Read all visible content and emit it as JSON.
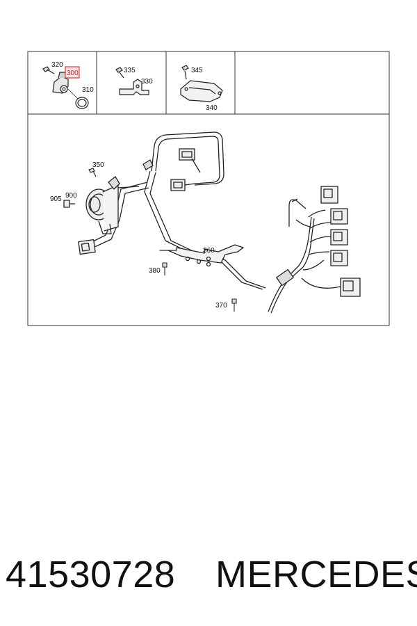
{
  "callouts": {
    "c320": "320",
    "c300": "300",
    "c310": "310",
    "c335": "335",
    "c330": "330",
    "c345": "345",
    "c340": "340",
    "c350": "350",
    "c905": "905",
    "c900": "900",
    "c360": "360",
    "c380": "380",
    "c370": "370"
  },
  "highlighted_callout": "300",
  "footer": {
    "part_number": "41530728",
    "brand": "MERCEDES"
  },
  "colors": {
    "line": "#222222",
    "highlight": "#e0393e",
    "highlight_fill": "#fbe3e4"
  }
}
